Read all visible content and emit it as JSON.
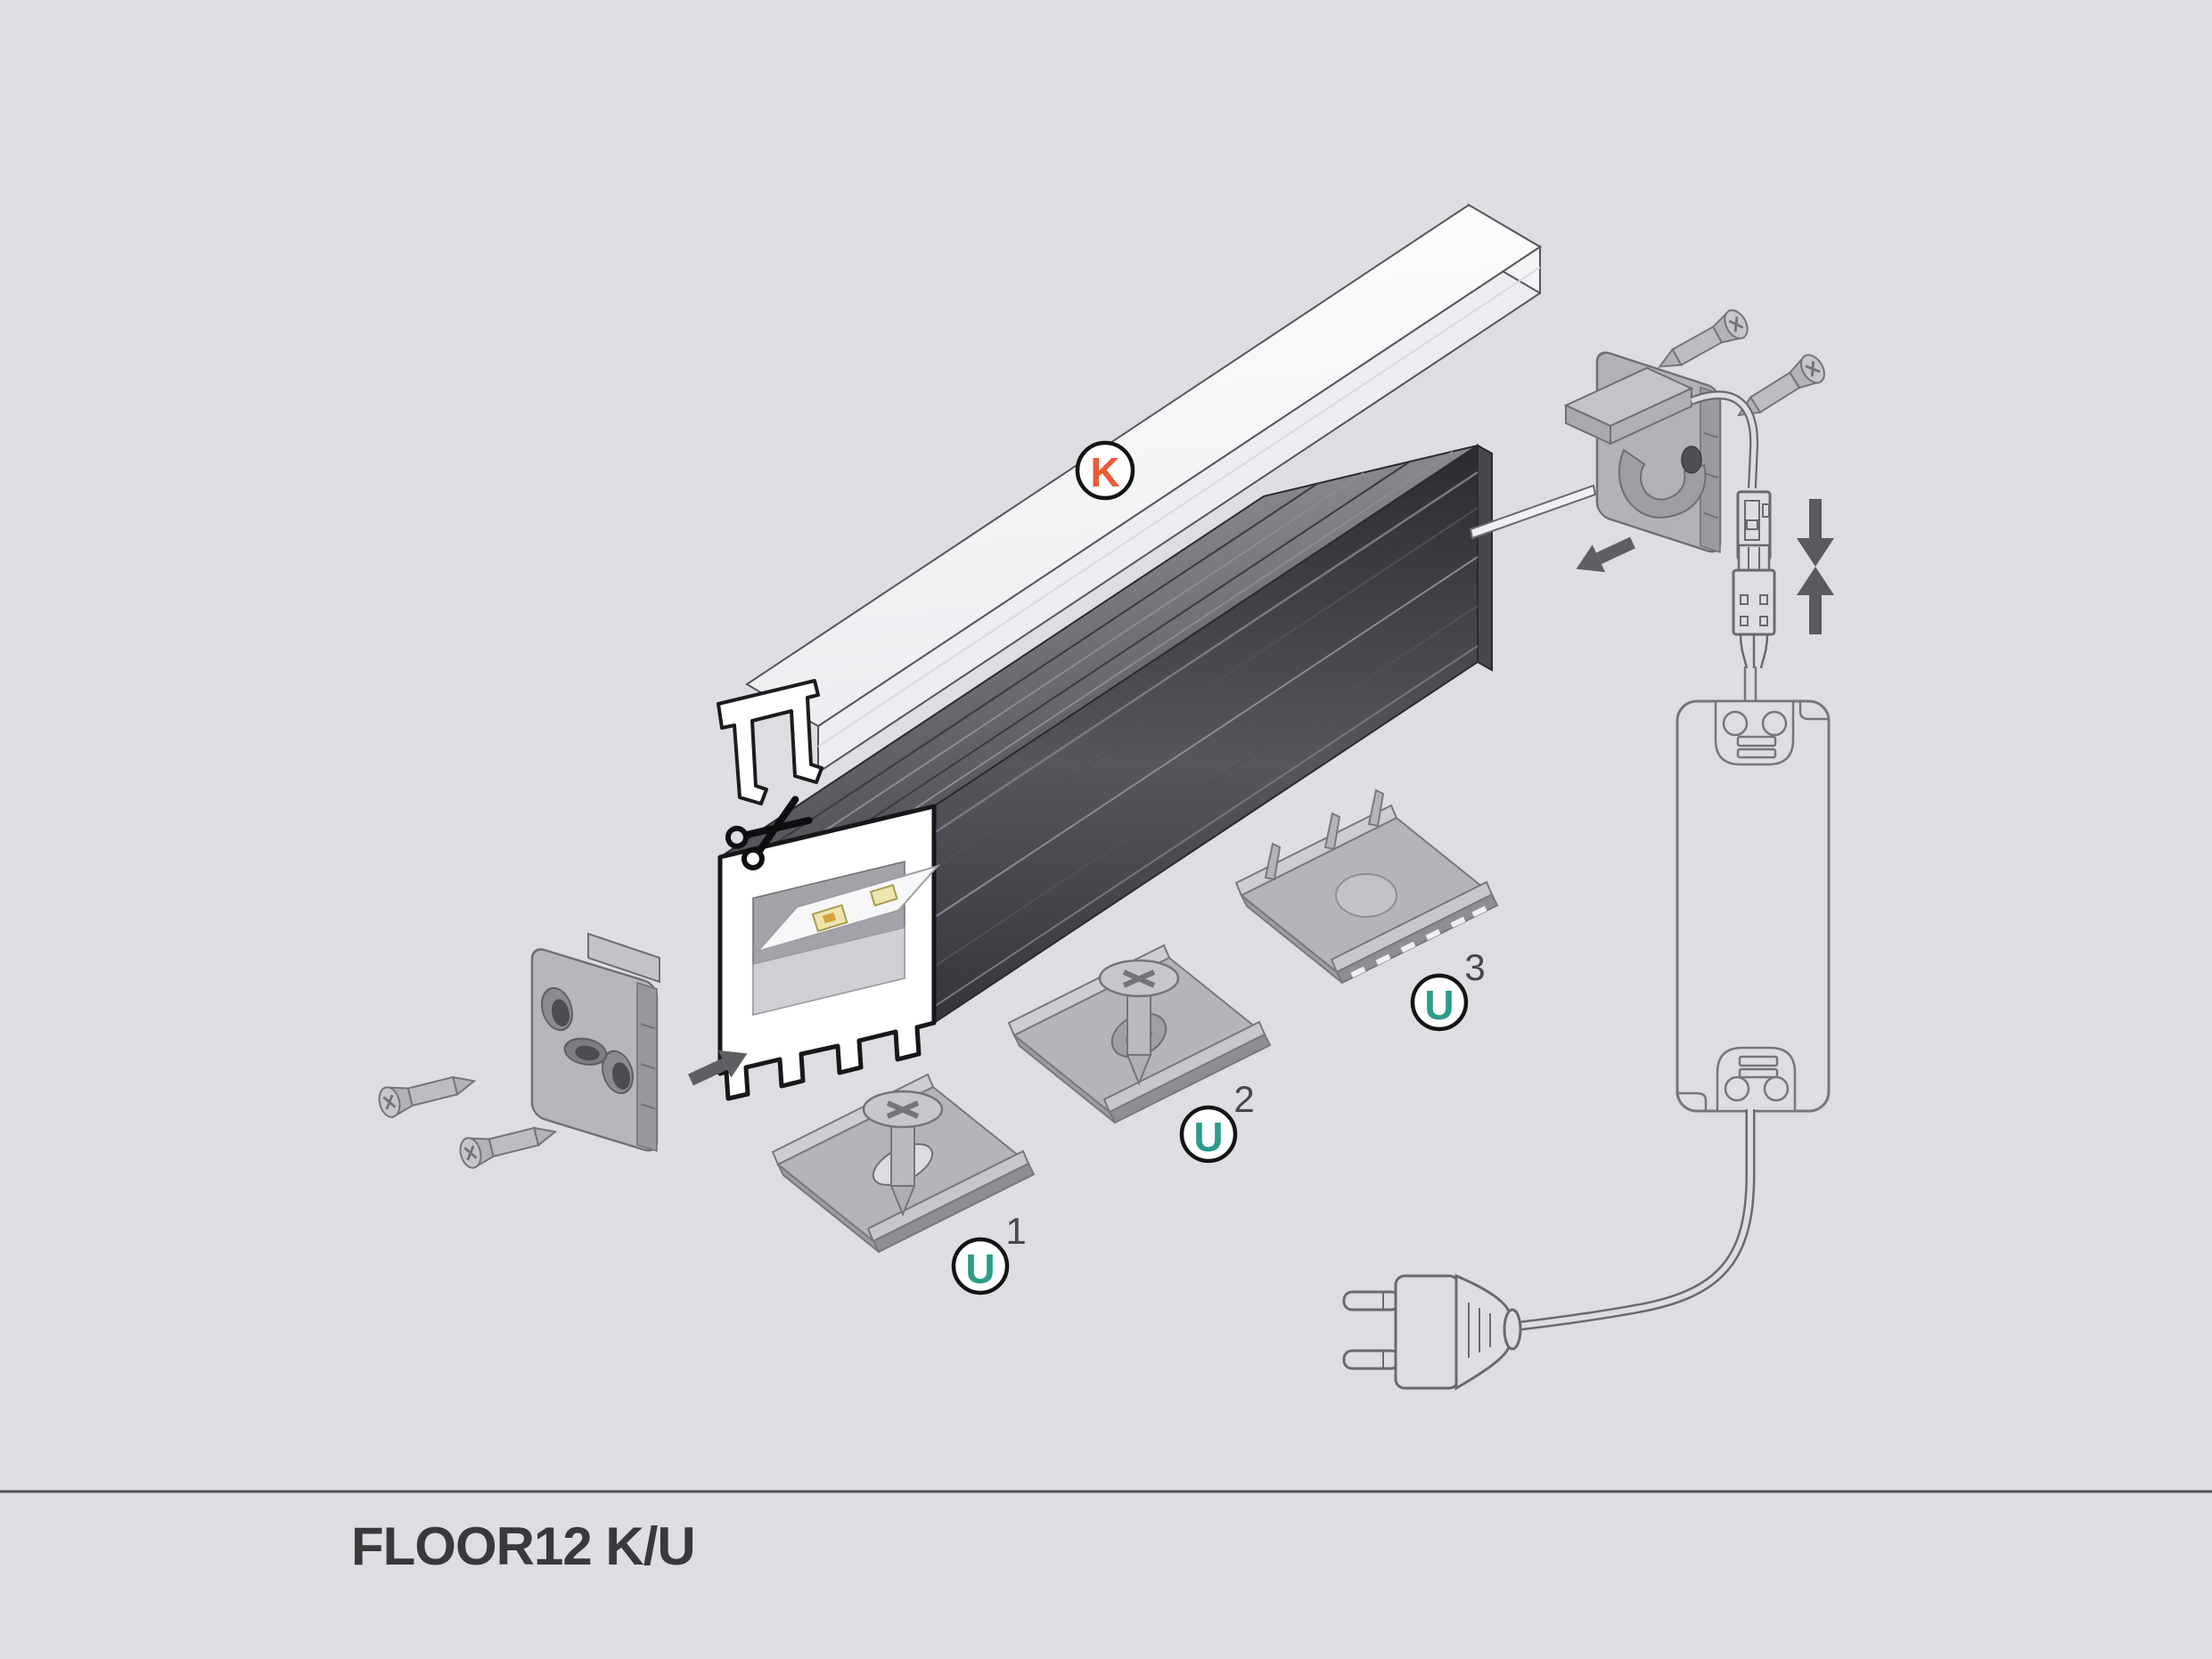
{
  "product": {
    "title": "FLOOR12 K/U"
  },
  "badges": {
    "cover": {
      "letter": "K",
      "color": "#ea5b38"
    },
    "clips": [
      {
        "letter": "U",
        "index": "1",
        "color": "#2a9d8a"
      },
      {
        "letter": "U",
        "index": "2",
        "color": "#2a9d8a"
      },
      {
        "letter": "U",
        "index": "3",
        "color": "#2a9d8a"
      }
    ]
  },
  "icons": {
    "cut_to_length": "scissors-icon",
    "insert_left_cap": "assembly-arrow-right-icon",
    "insert_right_cap": "assembly-arrow-left-icon",
    "connect_plug": "press-together-arrows-icon"
  },
  "colors": {
    "background": "#dedee2",
    "profile_body": "#3a3a3f",
    "metal_parts": "#b4b4b9",
    "outline_drawing": "#6a6a6e",
    "accent_orange": "#ea5b38",
    "accent_green": "#2a9d8a",
    "title_text": "#39393c",
    "led_strip_yellow": "#ece5b0"
  }
}
